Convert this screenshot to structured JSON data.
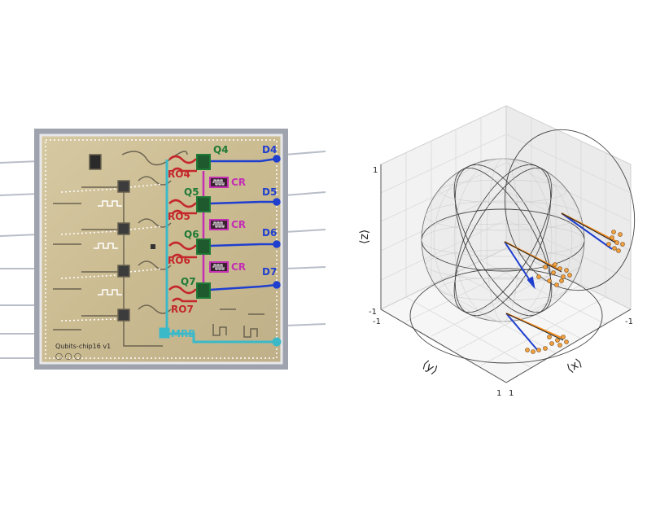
{
  "chip": {
    "qubits": [
      "Q4",
      "Q5",
      "Q6",
      "Q7"
    ],
    "readouts": [
      "RO4",
      "RO5",
      "RO6",
      "RO7"
    ],
    "drives": [
      "D4",
      "D5",
      "D6",
      "D7"
    ],
    "couplers": [
      "CR",
      "CR",
      "CR"
    ],
    "bus_label": "MRB",
    "chip_id": "Qubits-chip16 v1",
    "colors": {
      "qubit": "#1e7a36",
      "readout": "#c4272c",
      "drive": "#1f3fcf",
      "coupler": "#c42fb4",
      "bus": "#3cb9c9",
      "substrate": "#cdbf97",
      "border": "#a9adb6"
    }
  },
  "bloch": {
    "axes": {
      "x": "⟨x⟩",
      "y": "⟨y⟩",
      "z": "⟨z⟩"
    },
    "z_ticks": [
      "1",
      "-1"
    ],
    "y_ticks": [
      "-1",
      "1"
    ],
    "x_ticks": [
      "1",
      "-1"
    ],
    "colors": {
      "arrow_a": "#1f3fcf",
      "arrow_b": "#f08a1c",
      "point": "#f0a040"
    }
  }
}
